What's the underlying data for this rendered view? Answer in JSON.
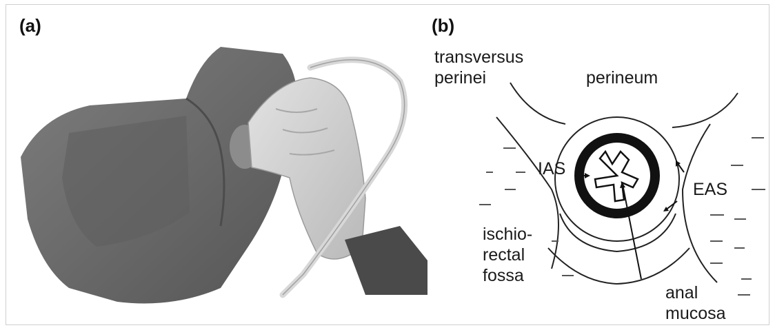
{
  "panels": {
    "a": {
      "label": "(a)"
    },
    "b": {
      "label": "(b)"
    }
  },
  "labels": {
    "transversus_line1": "transversus",
    "transversus_line2": "perinei",
    "perineum": "perineum",
    "ias": "IAS",
    "eas": "EAS",
    "ischio_line1": "ischio-",
    "ischio_line2": "rectal",
    "ischio_line3": "fossa",
    "anal_line1": "anal",
    "anal_line2": "mucosa"
  }
}
